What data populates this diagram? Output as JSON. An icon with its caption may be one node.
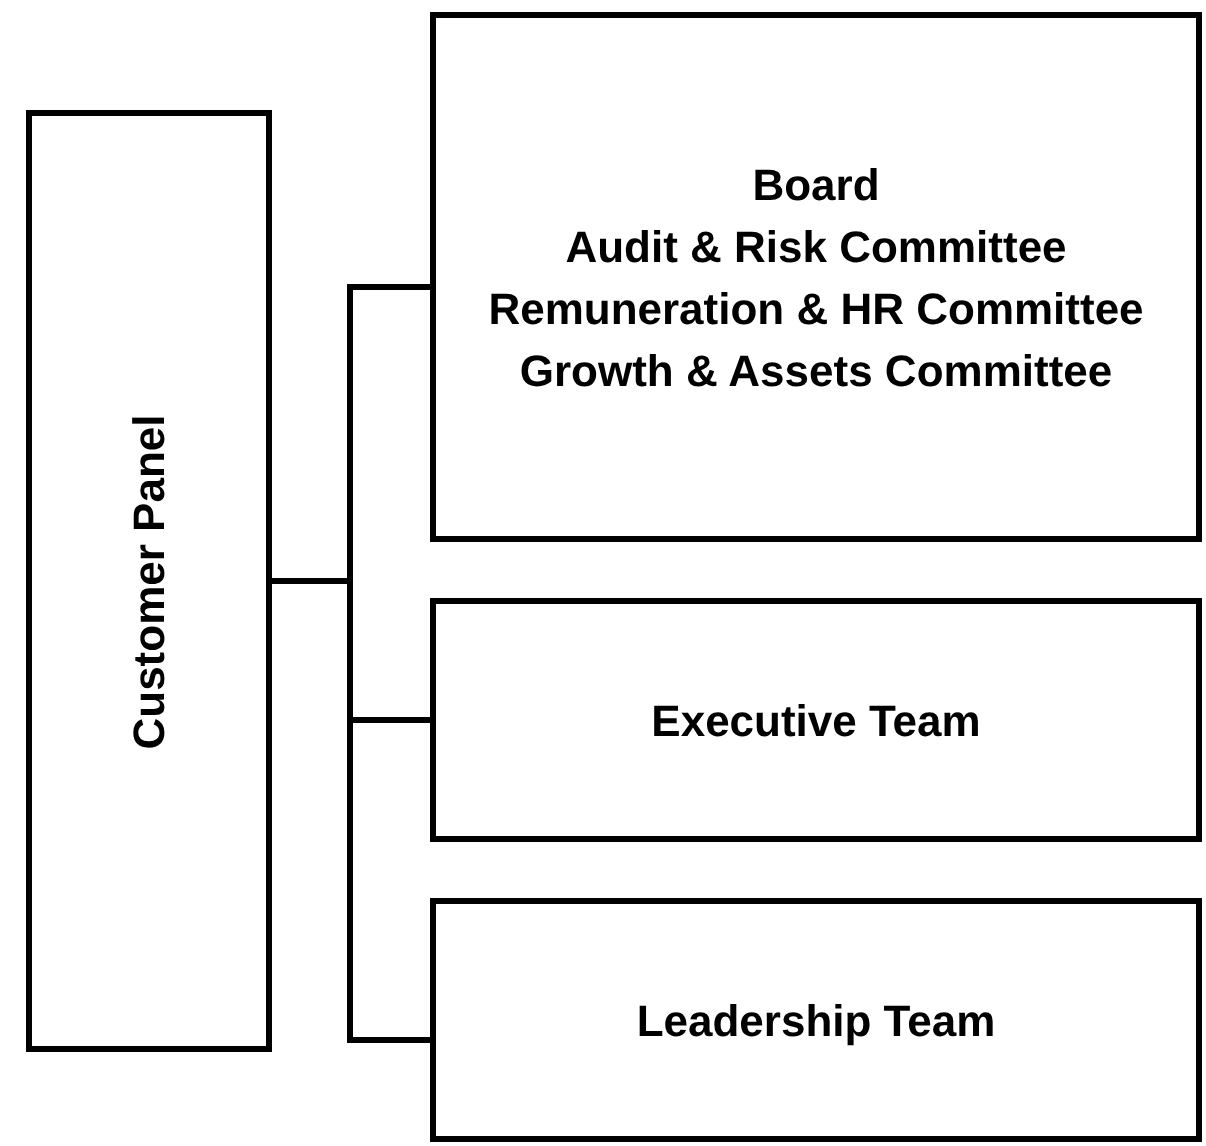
{
  "diagram": {
    "nodes": [
      {
        "text": [
          "Customer Panel"
        ]
      },
      {
        "text": [
          "Board",
          "Audit & Risk Committee",
          "Remuneration & HR Committee",
          "Growth & Assets Committee"
        ]
      },
      {
        "text": [
          "Executive Team"
        ]
      },
      {
        "text": [
          "Leadership Team"
        ]
      }
    ],
    "edges": [
      {
        "from": 0,
        "to": 1,
        "arrow": "none"
      },
      {
        "from": 0,
        "to": 2,
        "arrow": "none"
      },
      {
        "from": 0,
        "to": 3,
        "arrow": "none"
      }
    ]
  }
}
